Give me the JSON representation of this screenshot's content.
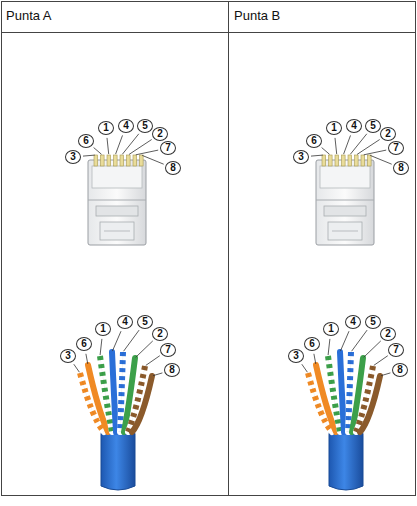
{
  "diagram": {
    "labels": [
      "Punta A",
      "Punta B",
      "3",
      "6",
      "1",
      "4",
      "5",
      "2",
      "7",
      "8",
      "3",
      "6",
      "1",
      "4",
      "5",
      "2",
      "7",
      "8",
      "3",
      "6",
      "1",
      "4",
      "5",
      "2",
      "7",
      "8",
      "3",
      "6",
      "1",
      "4",
      "5",
      "2",
      "7",
      "8"
    ]
  }
}
